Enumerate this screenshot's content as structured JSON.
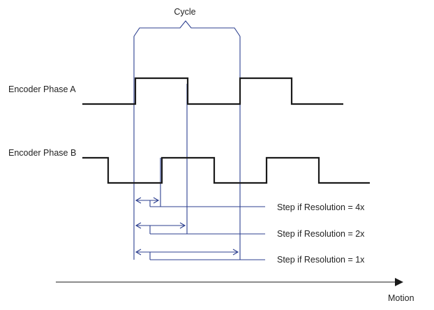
{
  "cycle_label": "Cycle",
  "phase_a_label": "Encoder Phase A",
  "phase_b_label": "Encoder Phase B",
  "steps": {
    "res_4x": "Step if Resolution = 4x",
    "res_2x": "Step if Resolution = 2x",
    "res_1x": "Step if Resolution = 1x"
  },
  "motion_label": "Motion",
  "colors": {
    "signal": "#1a1a1a",
    "marker": "#2c3f8f",
    "text": "#222222"
  }
}
